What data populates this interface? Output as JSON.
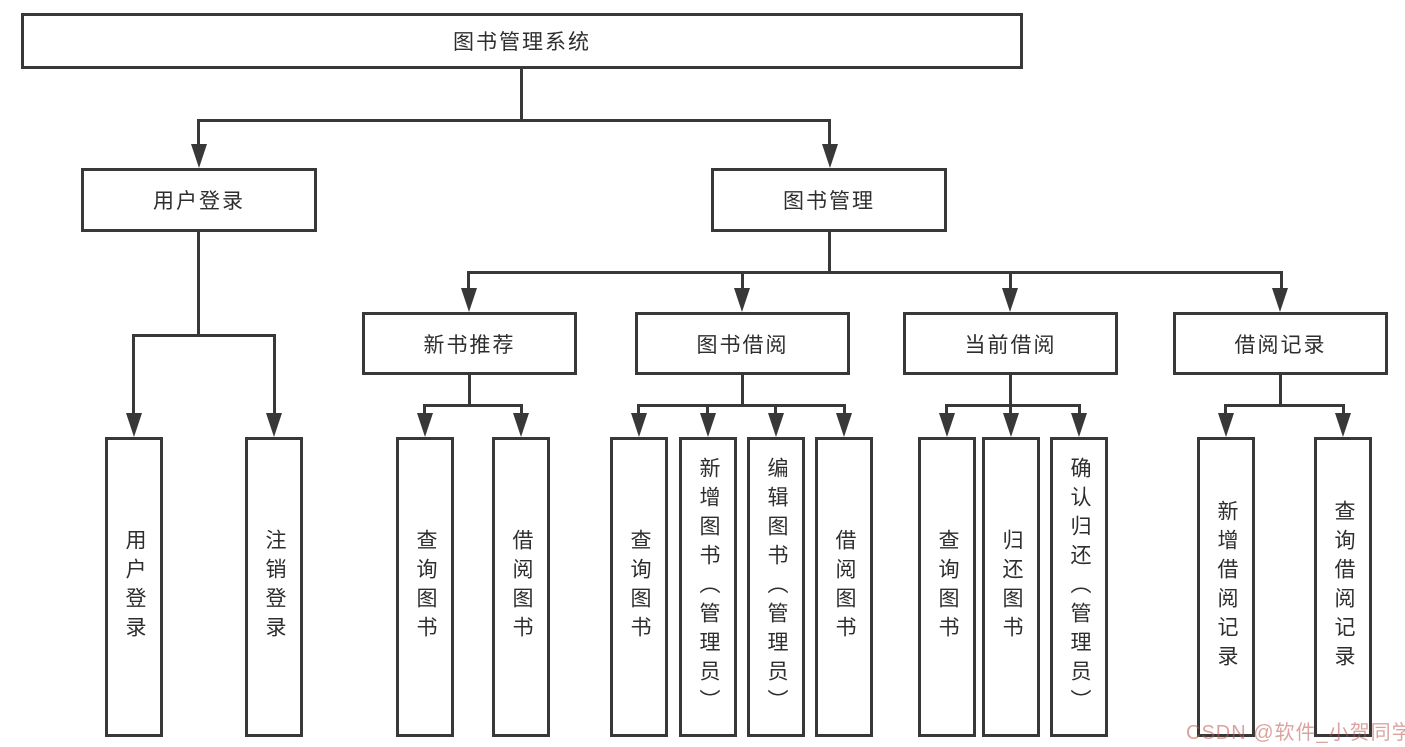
{
  "tree": {
    "root": "图书管理系统",
    "branches": [
      {
        "label": "用户登录",
        "children": [
          "用户登录",
          "注销登录"
        ]
      },
      {
        "label": "图书管理",
        "groups": [
          {
            "label": "新书推荐",
            "children": [
              "查询图书",
              "借阅图书"
            ]
          },
          {
            "label": "图书借阅",
            "children": [
              "查询图书",
              "新增图书（管理员）",
              "编辑图书（管理员）",
              "借阅图书"
            ]
          },
          {
            "label": "当前借阅",
            "children": [
              "查询图书",
              "归还图书",
              "确认归还（管理员）"
            ]
          },
          {
            "label": "借阅记录",
            "children": [
              "新增借阅记录",
              "查询借阅记录"
            ]
          }
        ]
      }
    ]
  },
  "watermark": {
    "text": "CSDN @软件_小贺同学"
  },
  "colors": {
    "line": "#383838",
    "text": "#2e2e2e",
    "background": "#ffffff",
    "watermark": "#be5850"
  }
}
